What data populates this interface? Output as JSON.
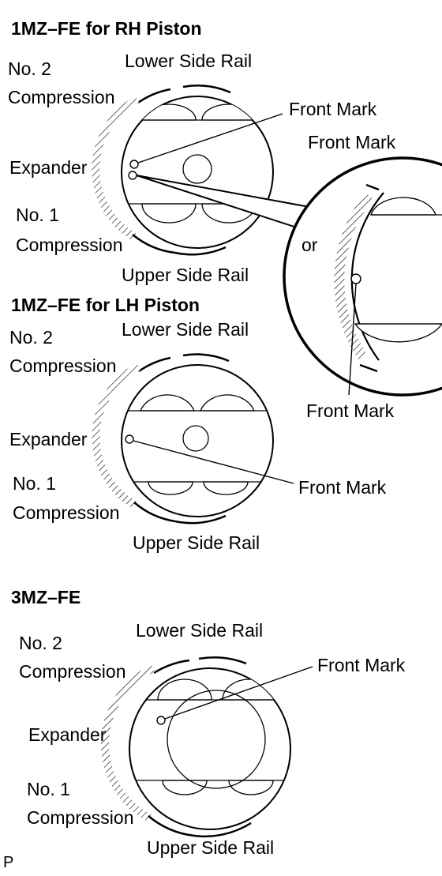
{
  "sections": {
    "rh": {
      "title": "1MZ–FE for RH Piston",
      "no2_line1": "No. 2",
      "no2_line2": "Compression",
      "lower_side_rail": "Lower Side Rail",
      "front_mark_a": "Front Mark",
      "front_mark_b": "Front Mark",
      "expander": "Expander",
      "no1_line1": "No. 1",
      "no1_line2": "Compression",
      "upper_side_rail": "Upper Side Rail"
    },
    "detail": {
      "or_label": "or",
      "front_mark": "Front Mark"
    },
    "lh": {
      "title": "1MZ–FE for LH Piston",
      "no2_line1": "No. 2",
      "no2_line2": "Compression",
      "lower_side_rail": "Lower Side Rail",
      "expander": "Expander",
      "front_mark": "Front Mark",
      "no1_line1": "No. 1",
      "no1_line2": "Compression",
      "upper_side_rail": "Upper Side Rail"
    },
    "mz3": {
      "title": "3MZ–FE",
      "lower_side_rail": "Lower Side Rail",
      "no2_line1": "No. 2",
      "no2_line2": "Compression",
      "front_mark": "Front Mark",
      "expander": "Expander",
      "no1_line1": "No. 1",
      "no1_line2": "Compression",
      "upper_side_rail": "Upper Side Rail"
    }
  },
  "corner_code": "P"
}
